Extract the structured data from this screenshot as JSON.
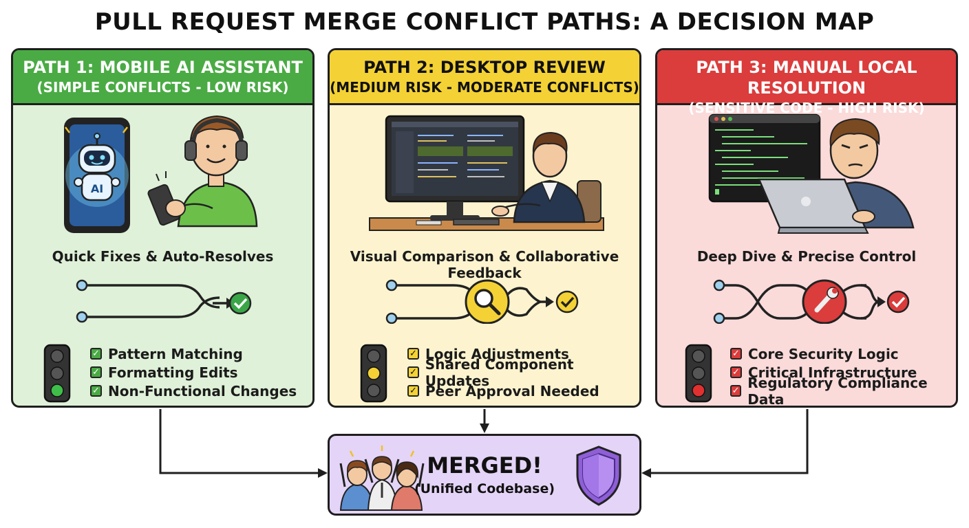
{
  "title": "PULL REQUEST MERGE CONFLICT PATHS: A DECISION MAP",
  "paths": [
    {
      "heading": "PATH 1: MOBILE AI ASSISTANT",
      "subheading": "(SIMPLE CONFLICTS - LOW RISK)",
      "caption": "Quick Fixes & Auto-Resolves",
      "robot_label": "AI",
      "checks": [
        "Pattern Matching",
        "Formatting Edits",
        "Non-Functional Changes"
      ],
      "light": "green",
      "accent": "#4aab44"
    },
    {
      "heading": "PATH 2: DESKTOP REVIEW",
      "subheading": "(MEDIUM RISK - MODERATE CONFLICTS)",
      "caption": "Visual Comparison & Collaborative Feedback",
      "checks": [
        "Logic Adjustments",
        "Shared Component Updates",
        "Peer Approval Needed"
      ],
      "light": "yellow",
      "accent": "#f4d235"
    },
    {
      "heading": "PATH 3: MANUAL LOCAL RESOLUTION",
      "subheading": "(SENSITIVE CODE - HIGH RISK)",
      "caption": "Deep Dive & Precise Control",
      "checks": [
        "Core Security Logic",
        "Critical Infrastructure",
        "Regulatory Compliance Data"
      ],
      "light": "red",
      "accent": "#db3c3c"
    }
  ],
  "merged": {
    "title": "MERGED!",
    "subtitle": "(Unified Codebase)",
    "accent": "#8e5fd6"
  }
}
